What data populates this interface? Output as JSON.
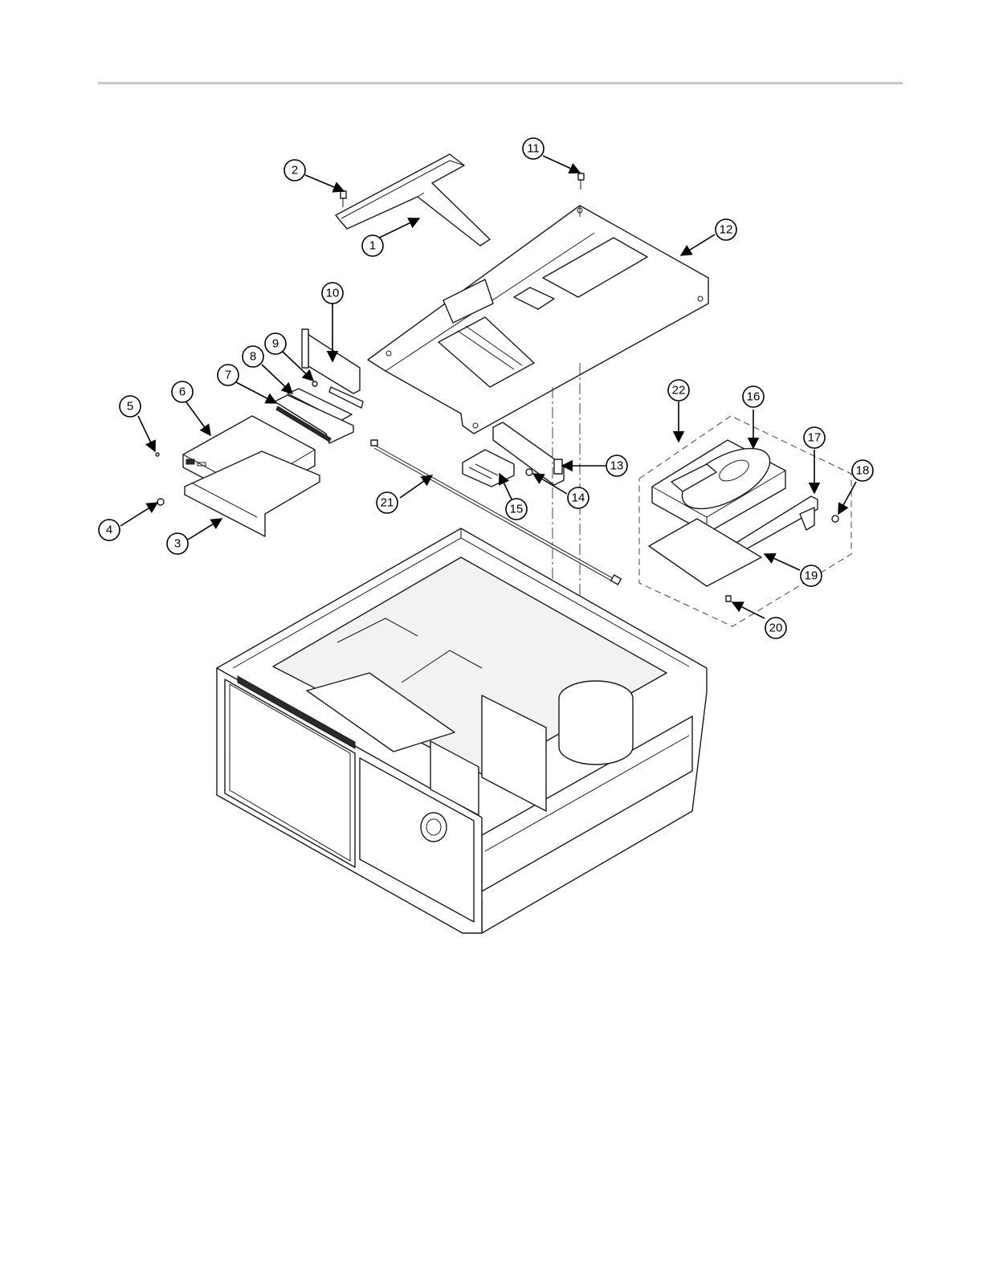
{
  "figure": {
    "callouts": [
      {
        "id": "c1",
        "label": "1"
      },
      {
        "id": "c2",
        "label": "2"
      },
      {
        "id": "c3",
        "label": "3"
      },
      {
        "id": "c4",
        "label": "4"
      },
      {
        "id": "c5",
        "label": "5"
      },
      {
        "id": "c6",
        "label": "6"
      },
      {
        "id": "c7",
        "label": "7"
      },
      {
        "id": "c8",
        "label": "8"
      },
      {
        "id": "c9",
        "label": "9"
      },
      {
        "id": "c10",
        "label": "10"
      },
      {
        "id": "c11",
        "label": "11"
      },
      {
        "id": "c12",
        "label": "12"
      },
      {
        "id": "c13",
        "label": "13"
      },
      {
        "id": "c14",
        "label": "14"
      },
      {
        "id": "c15",
        "label": "15"
      },
      {
        "id": "c16",
        "label": "16"
      },
      {
        "id": "c17",
        "label": "17"
      },
      {
        "id": "c18",
        "label": "18"
      },
      {
        "id": "c19",
        "label": "19"
      },
      {
        "id": "c20",
        "label": "20"
      },
      {
        "id": "c21",
        "label": "21"
      },
      {
        "id": "c22",
        "label": "22"
      }
    ]
  }
}
